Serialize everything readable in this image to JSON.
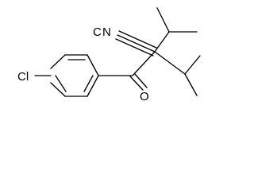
{
  "molecule": {
    "atoms": {
      "chlorine": "Cl",
      "oxygen": "O",
      "nitrile_carbon": "C",
      "nitrile_nitrogen": "N"
    }
  }
}
